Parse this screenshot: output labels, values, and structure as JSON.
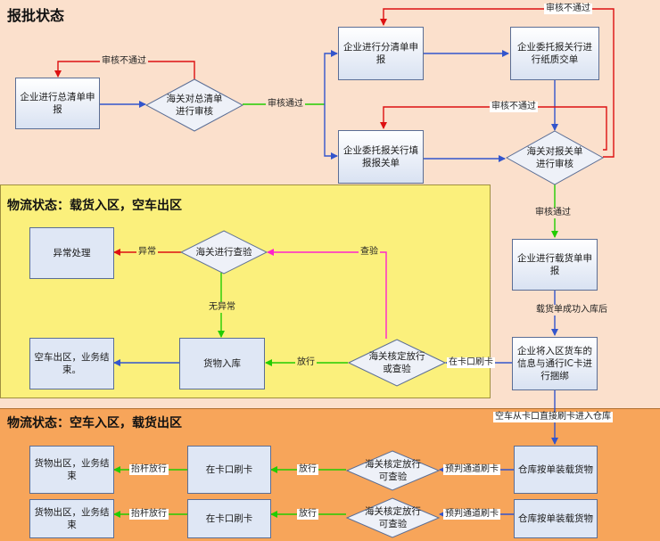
{
  "zones": {
    "approval": {
      "title": "报批状态",
      "color": "#fbe0cc"
    },
    "logistics_in": {
      "title": "物流状态：载货入区，空车出区",
      "color": "#fbf07c"
    },
    "logistics_out": {
      "title": "物流状态：空车入区，载货出区",
      "color": "#f7a55a"
    }
  },
  "nodes": {
    "n1": "企业进行总清单申报",
    "n2": "海关对总清单进行审核",
    "n3": "企业进行分清单申报",
    "n4": "企业委托报关行进行纸质交单",
    "n5": "企业委托报关行填报报关单",
    "n6": "海关对报关单进行审核",
    "n7": "企业进行载货单申报",
    "n8": "企业将入区货车的信息与通行IC卡进行捆绑",
    "n9": "海关核定放行或查验",
    "n10": "货物入库",
    "n11": "空车出区，业务结束。",
    "n12": "海关进行查验",
    "n13": "异常处理",
    "n14": "仓库按单装载货物",
    "n15": "海关核定放行可查验",
    "n16": "在卡口刷卡",
    "n17": "货物出区，业务结束",
    "n18": "仓库按单装载货物",
    "n19": "海关核定放行可查验",
    "n20": "在卡口刷卡",
    "n21": "货物出区，业务结束"
  },
  "edge_labels": {
    "e1": "审核不通过",
    "e2": "审核通过",
    "e3": "审核不通过",
    "e4": "审核不通过",
    "e5": "审核通过",
    "e6": "载货单成功入库后",
    "e7": "在卡口刷卡",
    "e8": "放行",
    "e9": "查验",
    "e10": "无异常",
    "e11": "异常",
    "e12": "空车从卡口直接刷卡进入仓库",
    "e13": "预判通道刷卡",
    "e14": "放行",
    "e15": "抬杆放行",
    "e16": "预判通道刷卡",
    "e17": "放行",
    "e18": "抬杆放行"
  },
  "colors": {
    "pass": "#22cc00",
    "fail": "#dd1111",
    "flow": "#3355cc",
    "check": "#ff22cc"
  }
}
